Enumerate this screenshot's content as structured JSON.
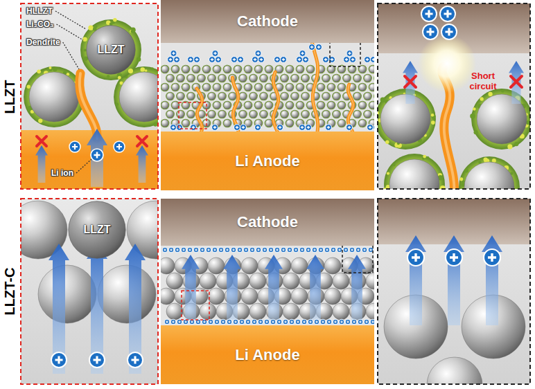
{
  "diagram": {
    "nodes": [
      {
        "text": [
          "LLZT"
        ]
      },
      {
        "text": [
          "Cathode"
        ]
      },
      {
        "text": [
          "Li Anode"
        ]
      },
      {
        "text": [
          "LLZT"
        ]
      },
      {
        "text": [
          "Cathode"
        ]
      },
      {
        "text": [
          "Li Anode"
        ]
      }
    ],
    "labels": [
      "LLZT",
      "LLZT-C",
      "HLLZT",
      "Li₂CO₃",
      "Dendrite",
      "Li ion",
      "Short circuit"
    ]
  }
}
